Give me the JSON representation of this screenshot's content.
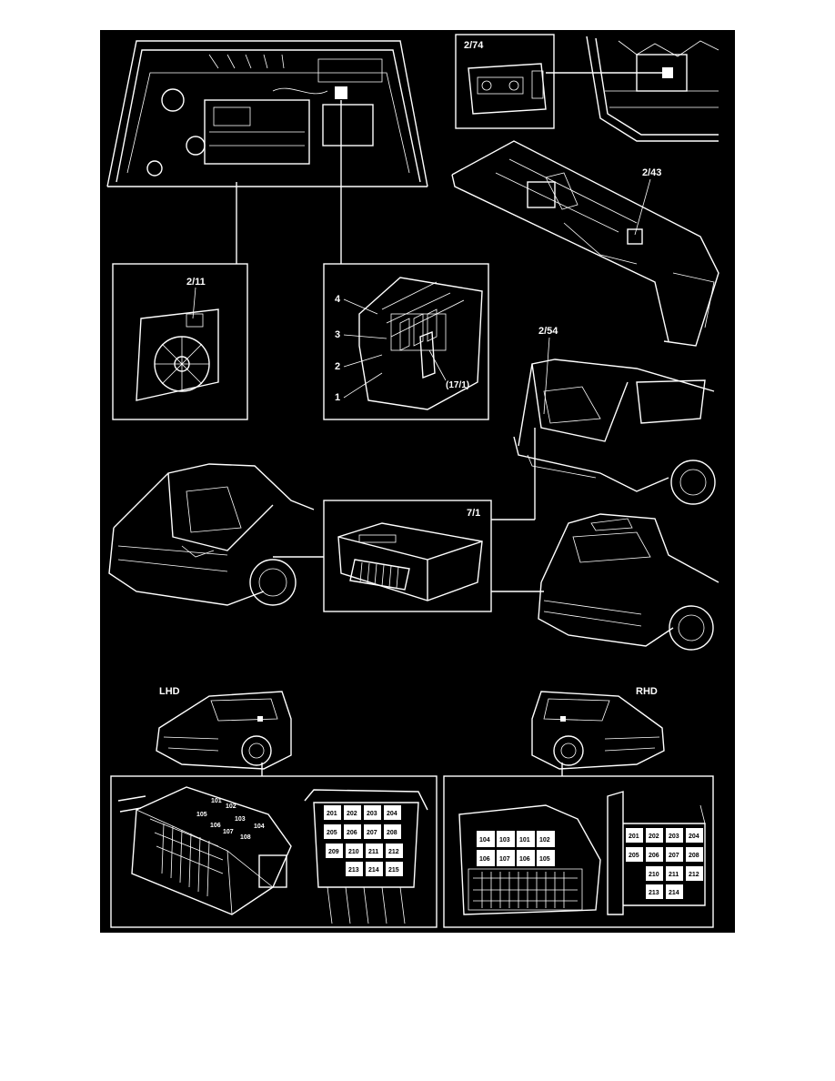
{
  "colors": {
    "background": "#000000",
    "line": "#ffffff",
    "page": "#ffffff"
  },
  "labels": {
    "engine_bay_relay": "2/74",
    "console_relay": "2/43",
    "fan_relay": "2/11",
    "relay_box_pin4": "4",
    "relay_box_pin3": "3",
    "relay_box_pin2": "2",
    "relay_box_pin1": "1",
    "relay_box_ref": "(17/1)",
    "wagon_relay": "2/54",
    "trunk_module": "7/1",
    "lhd": "LHD",
    "rhd": "RHD"
  },
  "lhd_fuses_main": [
    "101",
    "105",
    "103",
    "106",
    "107",
    "108",
    "104",
    "102"
  ],
  "lhd_fuses_relay": [
    "201",
    "202",
    "203",
    "204",
    "205",
    "206",
    "207",
    "208",
    "209",
    "210",
    "211",
    "212",
    "213",
    "214",
    "215"
  ],
  "rhd_fuses_main": [
    "104",
    "103",
    "101",
    "102",
    "106",
    "107",
    "106",
    "105"
  ],
  "rhd_fuses_relay": [
    "201",
    "202",
    "203",
    "204",
    "205",
    "206",
    "207",
    "208",
    "210",
    "211",
    "212",
    "213",
    "214"
  ]
}
